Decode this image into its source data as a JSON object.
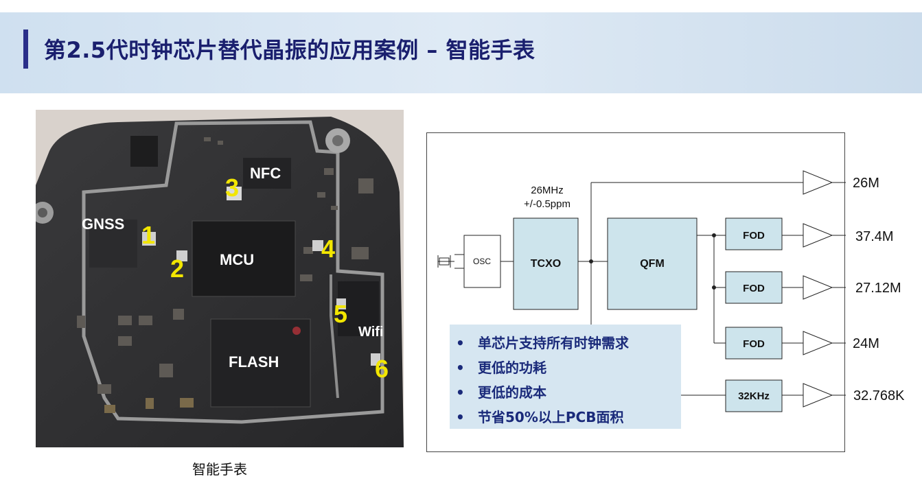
{
  "header": {
    "title": "第2.5代时钟芯片替代晶振的应用案例 – 智能手表"
  },
  "photo": {
    "caption": "智能手表",
    "labels": {
      "nfc": "NFC",
      "gnss": "GNSS",
      "mcu": "MCU",
      "flash": "FLASH",
      "wifi": "Wifi"
    },
    "numbers": [
      "1",
      "2",
      "3",
      "4",
      "5",
      "6"
    ]
  },
  "diagram": {
    "osc": "OSC",
    "tcxo": "TCXO",
    "tcxo_spec_1": "26MHz",
    "tcxo_spec_2": "+/-0.5ppm",
    "qfm": "QFM",
    "fod_1": "FOD",
    "fod_2": "FOD",
    "fod_3": "FOD",
    "khz": "32KHz",
    "outputs": [
      "26M",
      "37.4M",
      "27.12M",
      "24M",
      "32.768K"
    ],
    "benefits": [
      "单芯片支持所有时钟需求",
      "更低的功耗",
      "更低的成本",
      "节省50%以上PCB面积"
    ]
  }
}
